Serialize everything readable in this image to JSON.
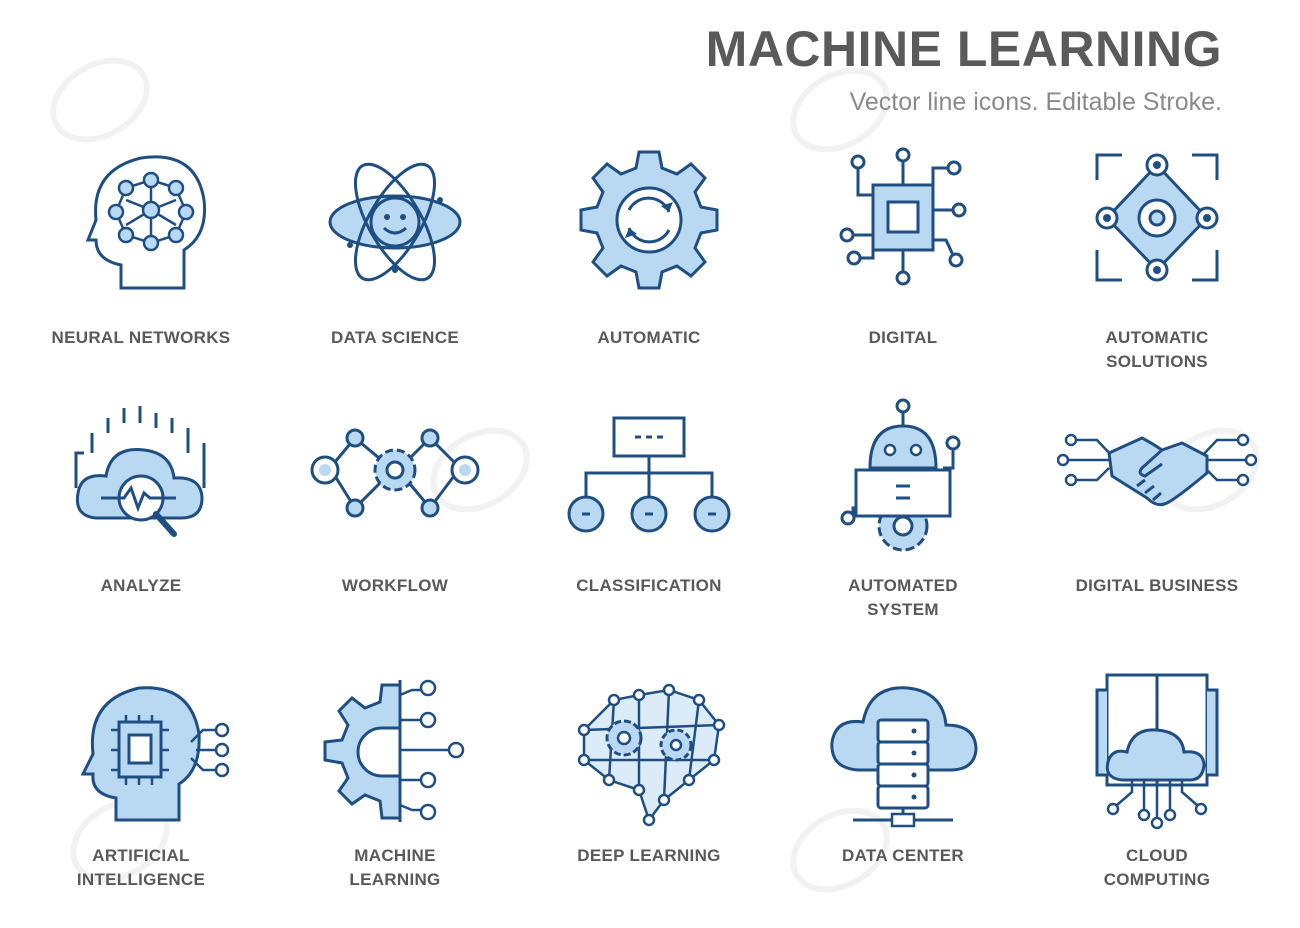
{
  "header": {
    "title": "MACHINE LEARNING",
    "subtitle": "Vector line icons. Editable Stroke."
  },
  "colors": {
    "stroke": "#1f4f82",
    "fill": "#b9d8f2",
    "text": "#59595c"
  },
  "icons": [
    {
      "name": "neural-networks-icon",
      "label": "NEURAL NETWORKS"
    },
    {
      "name": "data-science-icon",
      "label": "DATA SCIENCE"
    },
    {
      "name": "automatic-icon",
      "label": "AUTOMATIC"
    },
    {
      "name": "digital-icon",
      "label": "DIGITAL"
    },
    {
      "name": "automatic-solutions-icon",
      "label": "AUTOMATIC\nSOLUTIONS"
    },
    {
      "name": "analyze-icon",
      "label": "ANALYZE"
    },
    {
      "name": "workflow-icon",
      "label": "WORKFLOW"
    },
    {
      "name": "classification-icon",
      "label": "CLASSIFICATION"
    },
    {
      "name": "automated-system-icon",
      "label": "AUTOMATED\nSYSTEM"
    },
    {
      "name": "digital-business-icon",
      "label": "DIGITAL BUSINESS"
    },
    {
      "name": "artificial-intelligence-icon",
      "label": "ARTIFICIAL\nINTELLIGENCE"
    },
    {
      "name": "machine-learning-icon",
      "label": "MACHINE\nLEARNING"
    },
    {
      "name": "deep-learning-icon",
      "label": "DEEP LEARNING"
    },
    {
      "name": "data-center-icon",
      "label": "DATA CENTER"
    },
    {
      "name": "cloud-computing-icon",
      "label": "CLOUD\nCOMPUTING"
    }
  ]
}
